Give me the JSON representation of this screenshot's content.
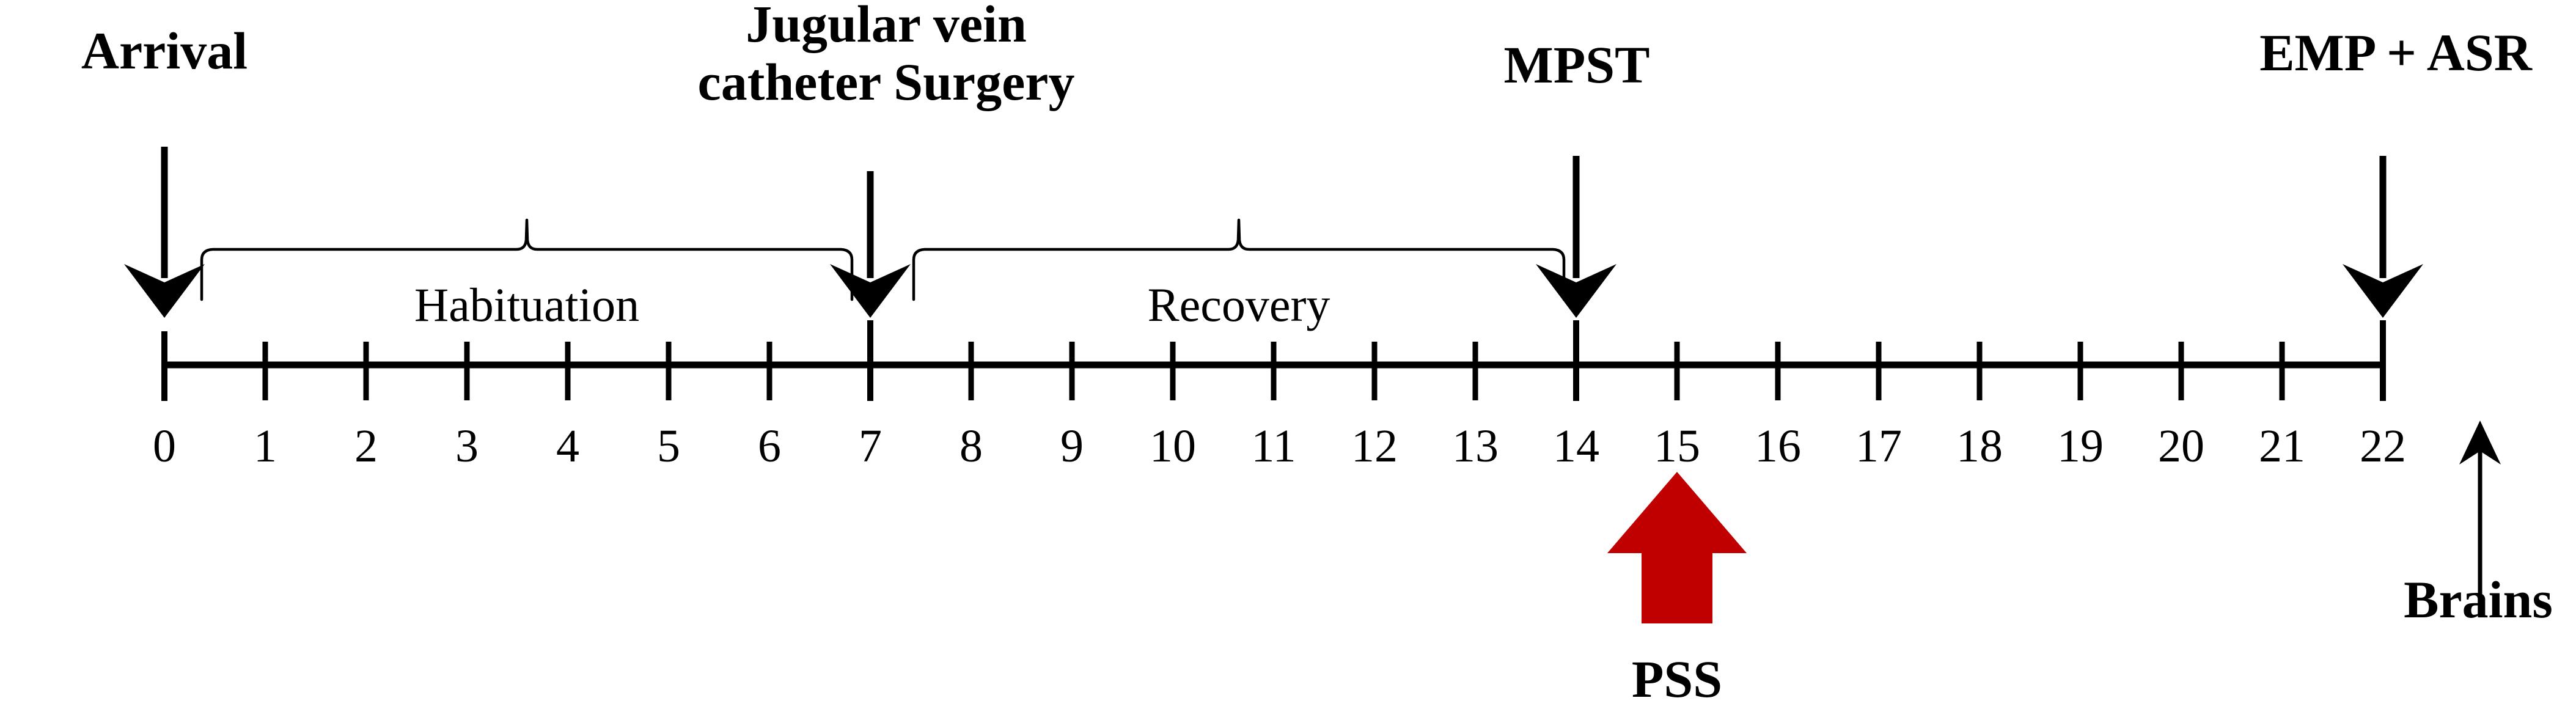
{
  "figure": {
    "title": "Experimental timeline",
    "background_color": "#FFFFFF",
    "line_color": "#000000",
    "stress_arrow_color": "#C00000"
  },
  "chart_data": {
    "type": "timeline",
    "title": "Experimental timeline",
    "xlabel": "",
    "ylabel": "",
    "axis_unit": "day",
    "axis_range": [
      0,
      22
    ],
    "tick_values": [
      0,
      1,
      2,
      3,
      4,
      5,
      6,
      7,
      8,
      9,
      10,
      11,
      12,
      13,
      14,
      15,
      16,
      17,
      18,
      19,
      20,
      21,
      22
    ],
    "tick_labels": [
      "0",
      "1",
      "2",
      "3",
      "4",
      "5",
      "6",
      "7",
      "8",
      "9",
      "10",
      "11",
      "12",
      "13",
      "14",
      "15",
      "16",
      "17",
      "18",
      "19",
      "20",
      "21",
      "22"
    ],
    "major_ticks": [
      0,
      7,
      14,
      22
    ],
    "grid": false,
    "legend": "none",
    "events": [
      {
        "label": "Arrival",
        "day": 0,
        "marker": "down-arrow",
        "label_lines": [
          "Arrival"
        ]
      },
      {
        "label": "Jugular vein catheter Surgery",
        "day": 7,
        "marker": "down-arrow",
        "label_lines": [
          "Jugular vein",
          "catheter Surgery"
        ]
      },
      {
        "label": "MPST",
        "day": 14,
        "marker": "down-arrow",
        "label_lines": [
          "MPST"
        ]
      },
      {
        "label": "PSS",
        "day": 15,
        "marker": "up-arrow-red",
        "label_lines": [
          "PSS"
        ]
      },
      {
        "label": "EMP + ASR",
        "day": 22,
        "marker": "down-arrow",
        "label_lines": [
          "EMP + ASR"
        ]
      },
      {
        "label": "Brains",
        "day": 23,
        "marker": "up-arrow-thin",
        "label_lines": [
          "Brains"
        ]
      }
    ],
    "phases": [
      {
        "label": "Habituation",
        "start_day": 0.4,
        "end_day": 6.8
      },
      {
        "label": "Recovery",
        "start_day": 7.3,
        "end_day": 13.7
      }
    ]
  },
  "labels": {
    "arrival": "Arrival",
    "surgery_line1": "Jugular vein",
    "surgery_line2": "catheter Surgery",
    "mpst": "MPST",
    "emp_asr": "EMP + ASR",
    "pss": "PSS",
    "brains": "Brains",
    "habituation": "Habituation",
    "recovery": "Recovery"
  },
  "axis": {
    "ticks": [
      {
        "value": "0"
      },
      {
        "value": "1"
      },
      {
        "value": "2"
      },
      {
        "value": "3"
      },
      {
        "value": "4"
      },
      {
        "value": "5"
      },
      {
        "value": "6"
      },
      {
        "value": "7"
      },
      {
        "value": "8"
      },
      {
        "value": "9"
      },
      {
        "value": "10"
      },
      {
        "value": "11"
      },
      {
        "value": "12"
      },
      {
        "value": "13"
      },
      {
        "value": "14"
      },
      {
        "value": "15"
      },
      {
        "value": "16"
      },
      {
        "value": "17"
      },
      {
        "value": "18"
      },
      {
        "value": "19"
      },
      {
        "value": "20"
      },
      {
        "value": "21"
      },
      {
        "value": "22"
      }
    ]
  }
}
